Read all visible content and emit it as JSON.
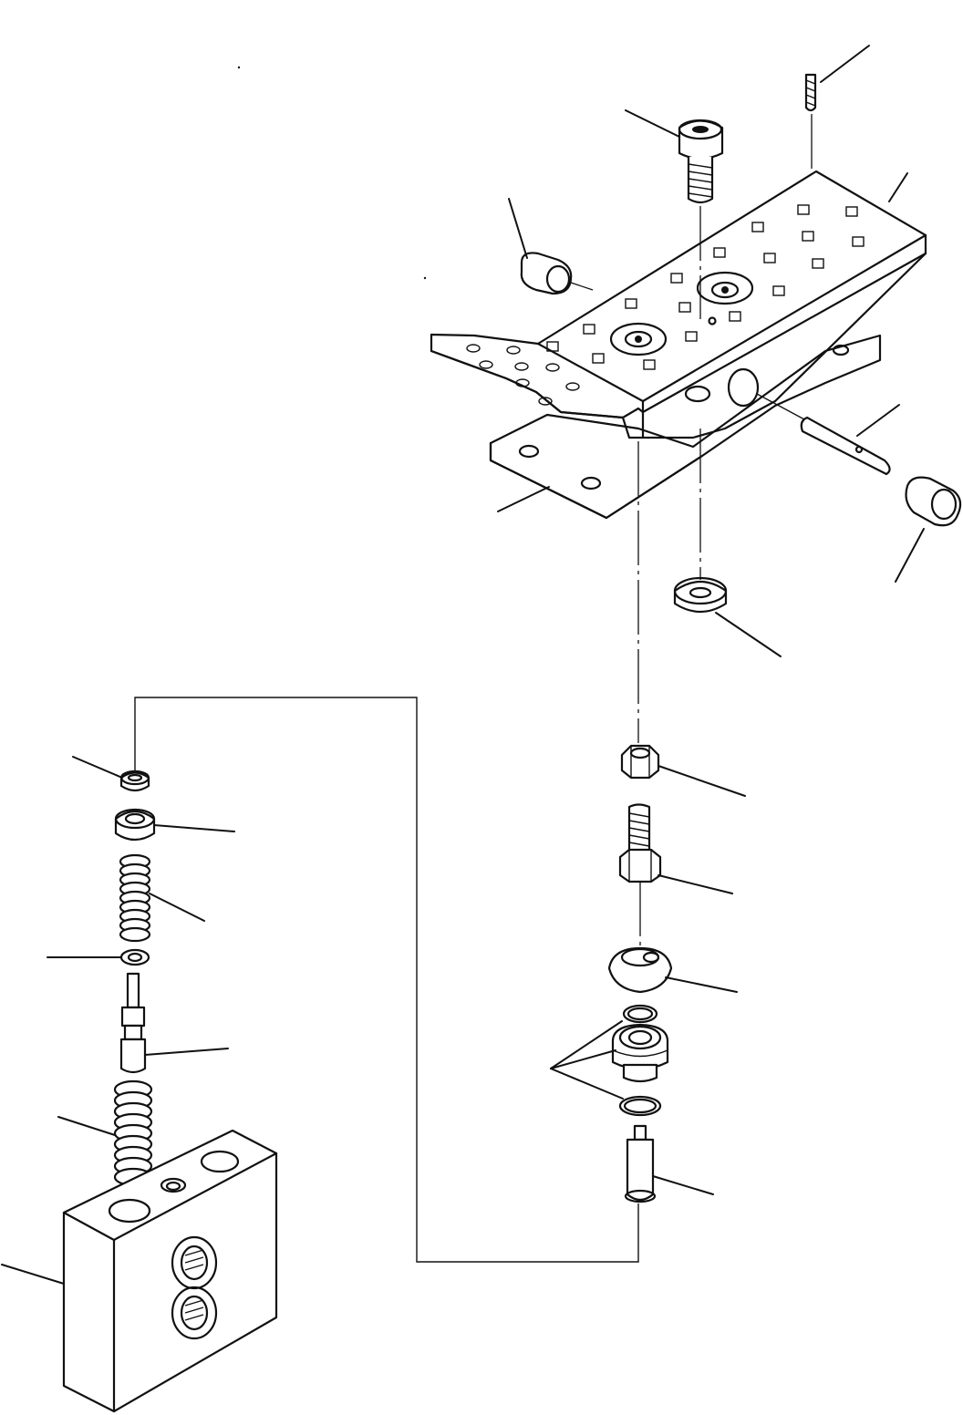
{
  "figure": {
    "kind": "exploded-parts-diagram",
    "text": [],
    "line_color": "#111111",
    "background": "#ffffff"
  },
  "parts": [
    {
      "name": "grub-screw"
    },
    {
      "name": "cap-screw"
    },
    {
      "name": "pedal-plate"
    },
    {
      "name": "rubber-stop"
    },
    {
      "name": "base-bracket"
    },
    {
      "name": "hinge-pin"
    },
    {
      "name": "pin-cap"
    },
    {
      "name": "washer"
    },
    {
      "name": "hex-nut"
    },
    {
      "name": "adjust-bolt"
    },
    {
      "name": "dust-boot"
    },
    {
      "name": "o-ring-plug-set"
    },
    {
      "name": "plunger"
    },
    {
      "name": "small-nut"
    },
    {
      "name": "spring-seat"
    },
    {
      "name": "upper-spring"
    },
    {
      "name": "retainer-ring"
    },
    {
      "name": "spool"
    },
    {
      "name": "lower-spring"
    },
    {
      "name": "valve-body"
    }
  ]
}
